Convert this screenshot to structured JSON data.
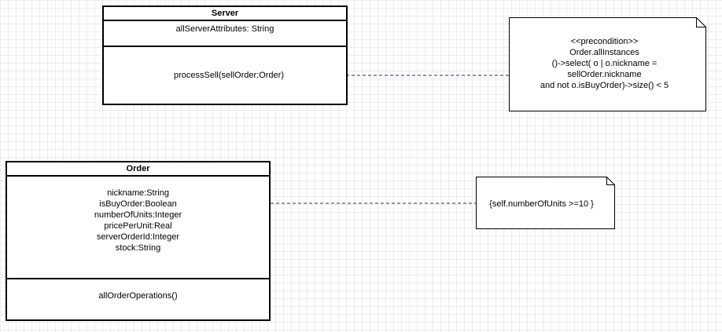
{
  "server_class": {
    "name": "Server",
    "attributes": [
      "allServerAttributes: String"
    ],
    "operations": [
      "processSell(sellOrder:Order)"
    ]
  },
  "order_class": {
    "name": "Order",
    "attributes": [
      "nickname:String",
      "isBuyOrder:Boolean",
      "numberOfUnits:Integer",
      "pricePerUnit:Real",
      "serverOrderId:Integer",
      "stock:String"
    ],
    "operations": [
      "allOrderOperations()"
    ]
  },
  "precondition_note": {
    "lines": [
      "<<precondition>>",
      "Order.allInstances",
      "()->select( o | o.nickname =",
      "sellOrder.nickname",
      "and not o.isBuyOrder)->size() < 5"
    ]
  },
  "constraint_note": {
    "text": "{self.numberOfUnits >=10 }"
  }
}
